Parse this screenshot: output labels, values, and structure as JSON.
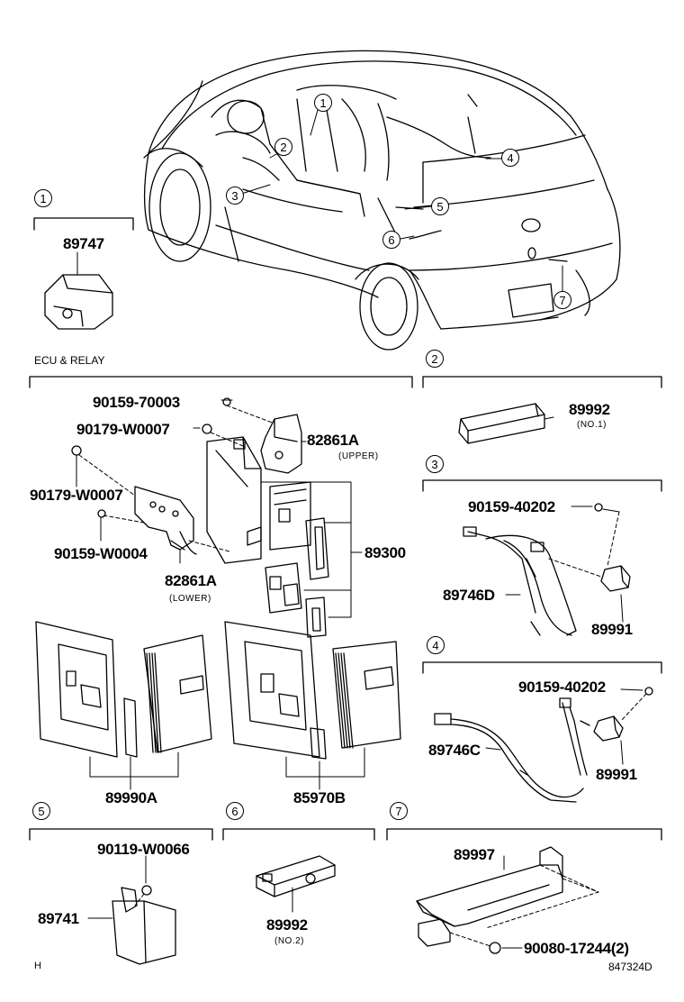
{
  "callouts": {
    "c1": "1",
    "c2": "2",
    "c3": "3",
    "c4": "4",
    "c5": "5",
    "c6": "6",
    "c7": "7"
  },
  "sections": {
    "s1": {
      "number": "1",
      "parts": {
        "p1": "89747"
      }
    },
    "ecu": {
      "title": "ECU & RELAY",
      "parts": {
        "bolt_top": "90159-70003",
        "nut_a": "90179-W0007",
        "bracket_upper": "82861A",
        "bracket_upper_note": "(UPPER)",
        "nut_b": "90179-W0007",
        "bolt_b": "90159-W0004",
        "bracket_lower": "82861A",
        "bracket_lower_note": "(LOWER)",
        "ecu_assy": "89300",
        "kit_a": "89990A",
        "kit_b": "85970B"
      }
    },
    "s2": {
      "number": "2",
      "parts": {
        "antenna": "89992",
        "antenna_note": "(NO.1)"
      }
    },
    "s3": {
      "number": "3",
      "parts": {
        "bolt": "90159-40202",
        "wire": "89746D",
        "sensor": "89991"
      }
    },
    "s4": {
      "number": "4",
      "parts": {
        "bolt": "90159-40202",
        "wire": "89746C",
        "sensor": "89991"
      }
    },
    "s5": {
      "number": "5",
      "parts": {
        "screw": "90119-W0066",
        "unit": "89741"
      }
    },
    "s6": {
      "number": "6",
      "parts": {
        "antenna": "89992",
        "antenna_note": "(NO.2)"
      }
    },
    "s7": {
      "number": "7",
      "parts": {
        "bracket": "89997",
        "nut": "90080-17244(2)"
      }
    }
  },
  "footer": {
    "left": "H",
    "right": "847324D"
  }
}
